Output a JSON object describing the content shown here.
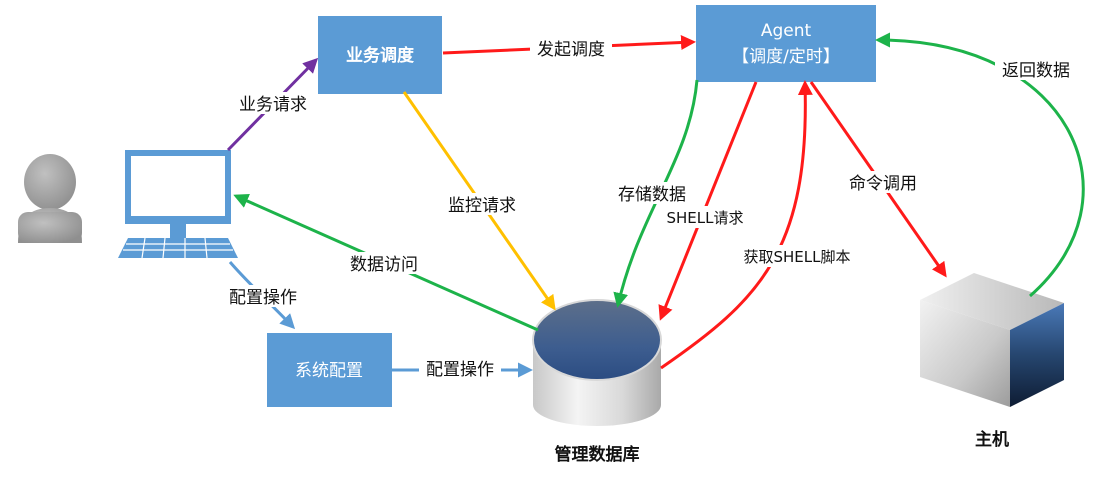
{
  "nodes": {
    "business": "业务调度",
    "agent_line1": "Agent",
    "agent_line2": "【调度/定时】",
    "config": "系统配置",
    "db": "管理数据库",
    "host": "主机"
  },
  "edges": {
    "business_request": "业务请求",
    "initiate_schedule": "发起调度",
    "return_data": "返回数据",
    "monitor_request": "监控请求",
    "store_data": "存储数据",
    "shell_request": "SHELL请求",
    "command_call": "命令调用",
    "get_shell_script": "获取SHELL脚本",
    "data_access": "数据访问",
    "config_op_user": "配置操作",
    "config_op_db": "配置操作"
  },
  "colors": {
    "box_fill": "#5b9bd5",
    "red": "#ff1a1a",
    "green": "#1db34a",
    "yellow": "#ffc000",
    "purple": "#7030a0",
    "blue_arrow": "#5b9bd5"
  }
}
